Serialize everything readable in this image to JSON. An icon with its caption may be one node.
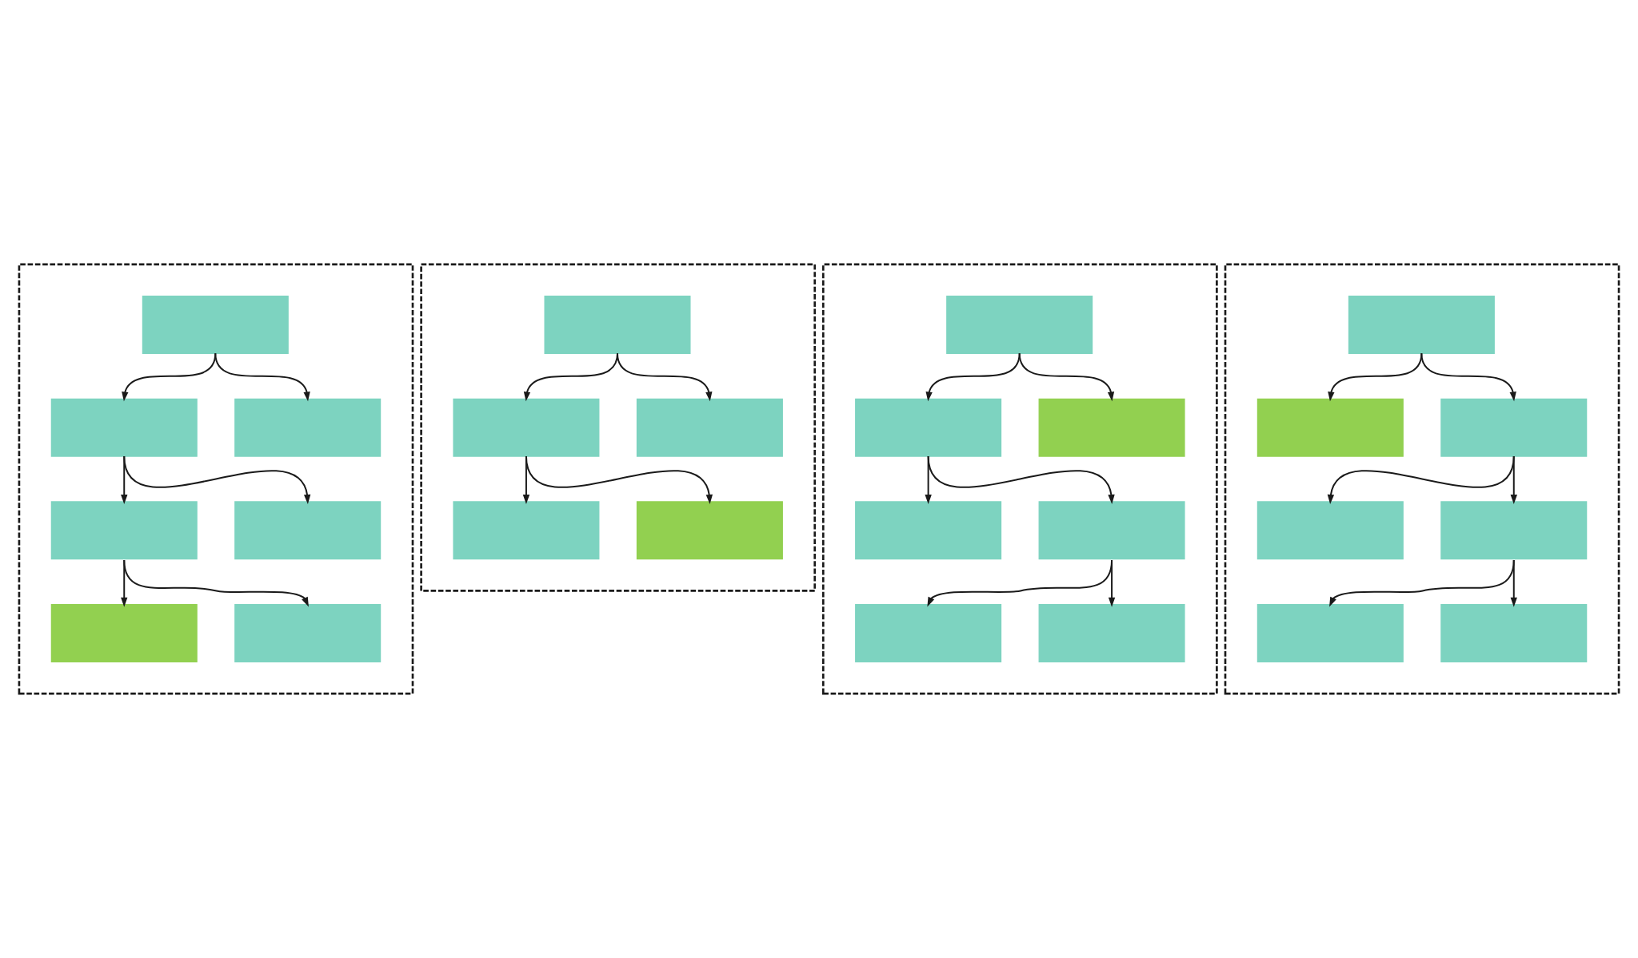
{
  "diagram": {
    "nodes": [
      {
        "text": [],
        "shape": "box"
      },
      {
        "text": [],
        "shape": "box",
        "in": 0
      },
      {
        "text": [],
        "shape": "box",
        "in": 0
      },
      {
        "text": [],
        "shape": "box",
        "in": 0
      },
      {
        "text": [],
        "shape": "box",
        "in": 0
      },
      {
        "text": [],
        "shape": "box",
        "in": 0
      },
      {
        "text": [],
        "shape": "box",
        "in": 0
      },
      {
        "text": [],
        "shape": "box",
        "in": 0
      },
      {
        "text": [],
        "shape": "box"
      },
      {
        "text": [],
        "shape": "box",
        "in": 8
      },
      {
        "text": [],
        "shape": "box",
        "in": 8
      },
      {
        "text": [],
        "shape": "box",
        "in": 8
      },
      {
        "text": [],
        "shape": "box",
        "in": 8
      },
      {
        "text": [],
        "shape": "box",
        "in": 8
      },
      {
        "text": [],
        "shape": "box"
      },
      {
        "text": [],
        "shape": "box",
        "in": 14
      },
      {
        "text": [],
        "shape": "box",
        "in": 14
      },
      {
        "text": [],
        "shape": "box",
        "in": 14
      },
      {
        "text": [],
        "shape": "box",
        "in": 14
      },
      {
        "text": [],
        "shape": "box",
        "in": 14
      },
      {
        "text": [],
        "shape": "box",
        "in": 14
      },
      {
        "text": [],
        "shape": "box",
        "in": 14
      },
      {
        "text": [],
        "shape": "box"
      },
      {
        "text": [],
        "shape": "box",
        "in": 22
      },
      {
        "text": [],
        "shape": "box",
        "in": 22
      },
      {
        "text": [],
        "shape": "box",
        "in": 22
      },
      {
        "text": [],
        "shape": "box",
        "in": 22
      },
      {
        "text": [],
        "shape": "box",
        "in": 22
      },
      {
        "text": [],
        "shape": "box",
        "in": 22
      },
      {
        "text": [],
        "shape": "box",
        "in": 22
      }
    ],
    "edges": [
      {
        "from": 1,
        "to": 2,
        "arrow": "to"
      },
      {
        "from": 1,
        "to": 3,
        "arrow": "to"
      },
      {
        "from": 2,
        "to": 4,
        "arrow": "to"
      },
      {
        "from": 2,
        "to": 5,
        "arrow": "to"
      },
      {
        "from": 4,
        "to": 6,
        "arrow": "to"
      },
      {
        "from": 4,
        "to": 7,
        "arrow": "to"
      },
      {
        "from": 9,
        "to": 10,
        "arrow": "to"
      },
      {
        "from": 9,
        "to": 11,
        "arrow": "to"
      },
      {
        "from": 10,
        "to": 12,
        "arrow": "to"
      },
      {
        "from": 10,
        "to": 13,
        "arrow": "to"
      },
      {
        "from": 15,
        "to": 16,
        "arrow": "to"
      },
      {
        "from": 15,
        "to": 17,
        "arrow": "to"
      },
      {
        "from": 16,
        "to": 18,
        "arrow": "to"
      },
      {
        "from": 16,
        "to": 19,
        "arrow": "to"
      },
      {
        "from": 19,
        "to": 20,
        "arrow": "to"
      },
      {
        "from": 19,
        "to": 21,
        "arrow": "to"
      },
      {
        "from": 23,
        "to": 24,
        "arrow": "to"
      },
      {
        "from": 23,
        "to": 25,
        "arrow": "to"
      },
      {
        "from": 25,
        "to": 26,
        "arrow": "to"
      },
      {
        "from": 25,
        "to": 27,
        "arrow": "to"
      },
      {
        "from": 27,
        "to": 28,
        "arrow": "to"
      },
      {
        "from": 27,
        "to": 29,
        "arrow": "to"
      }
    ]
  }
}
